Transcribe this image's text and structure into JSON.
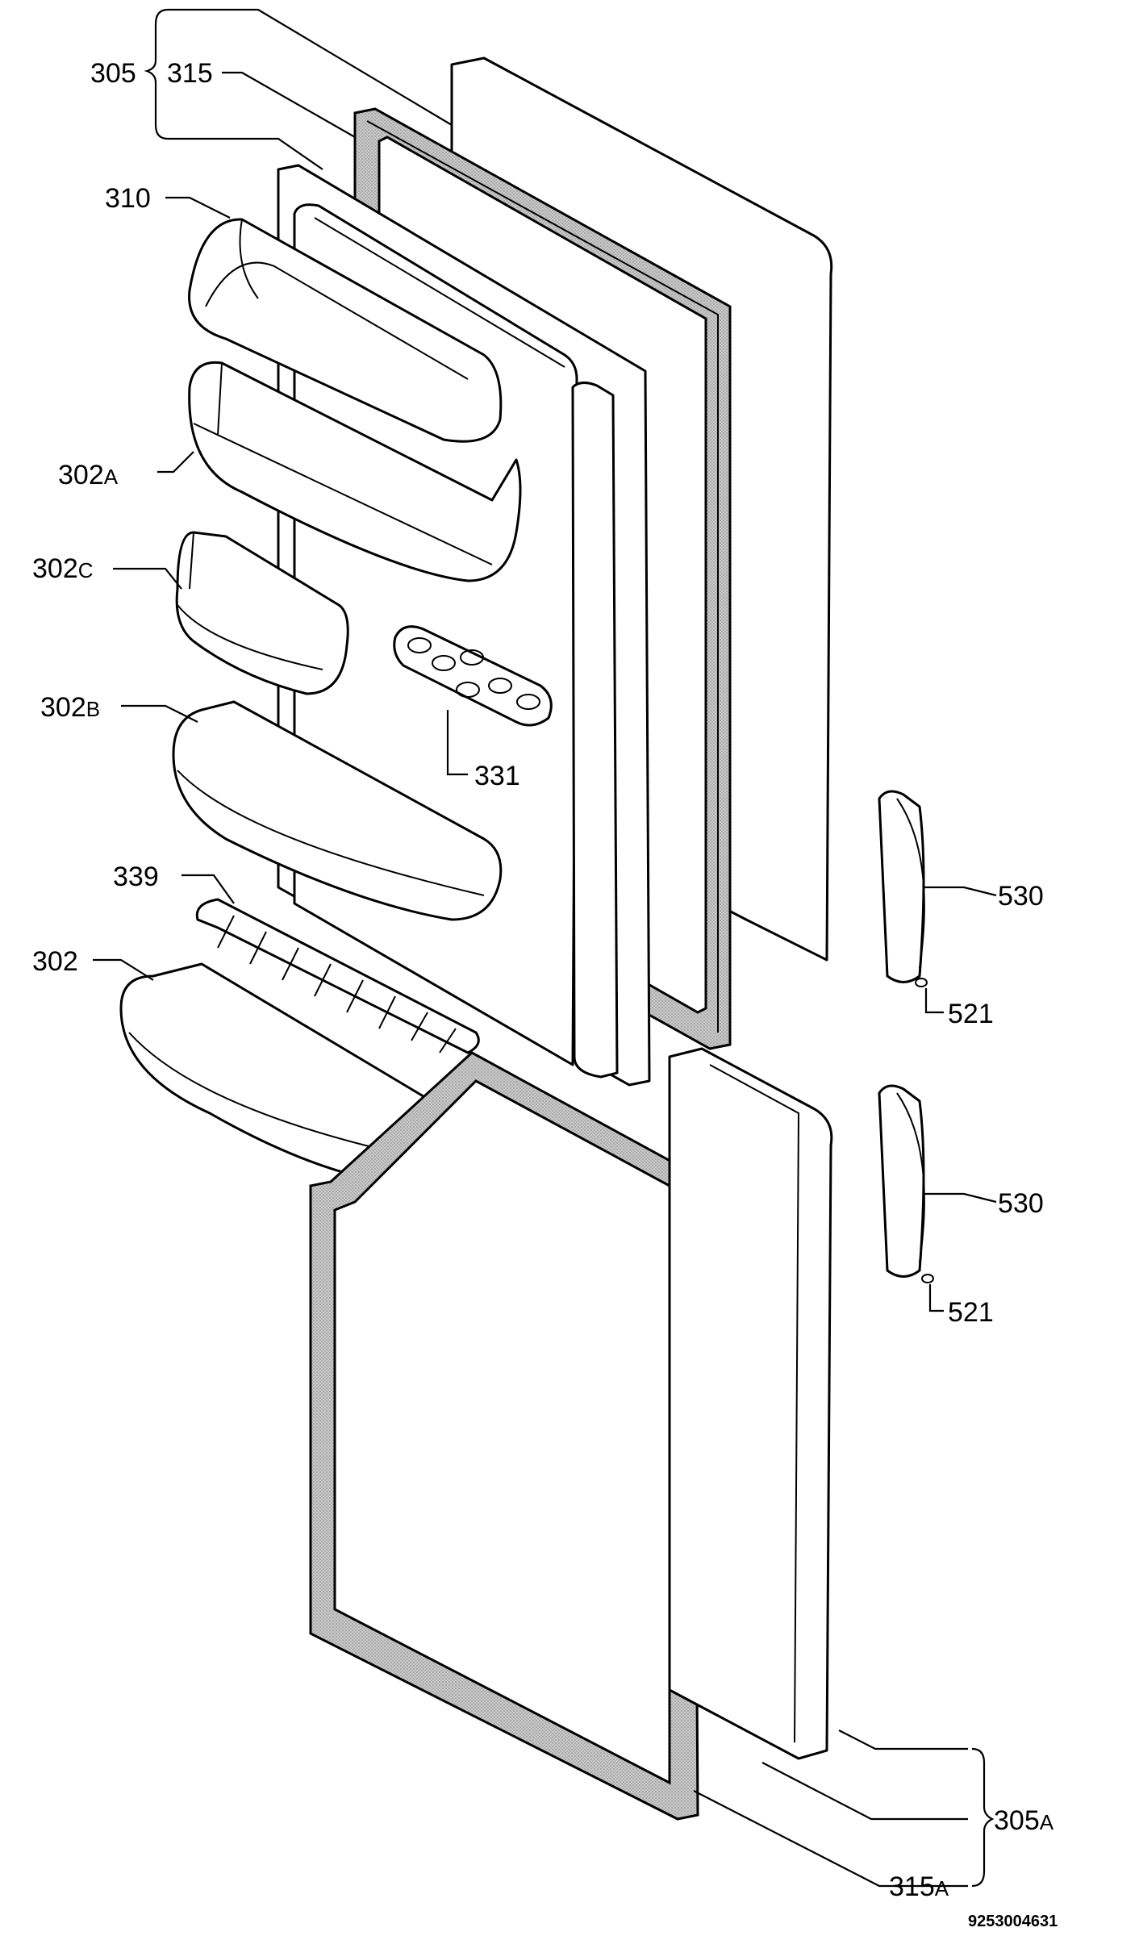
{
  "labels": {
    "l305": "305",
    "l315": "315",
    "l310": "310",
    "l302A_num": "302",
    "l302A_sub": "A",
    "l302C_num": "302",
    "l302C_sub": "C",
    "l302B_num": "302",
    "l302B_sub": "B",
    "l331": "331",
    "l339": "339",
    "l302": "302",
    "l530_top": "530",
    "l521_top": "521",
    "l530_bot": "530",
    "l521_bot": "521",
    "l305A_num": "305",
    "l305A_sub": "A",
    "l315A_num": "315",
    "l315A_sub": "A"
  },
  "doc_number": "9253004631"
}
